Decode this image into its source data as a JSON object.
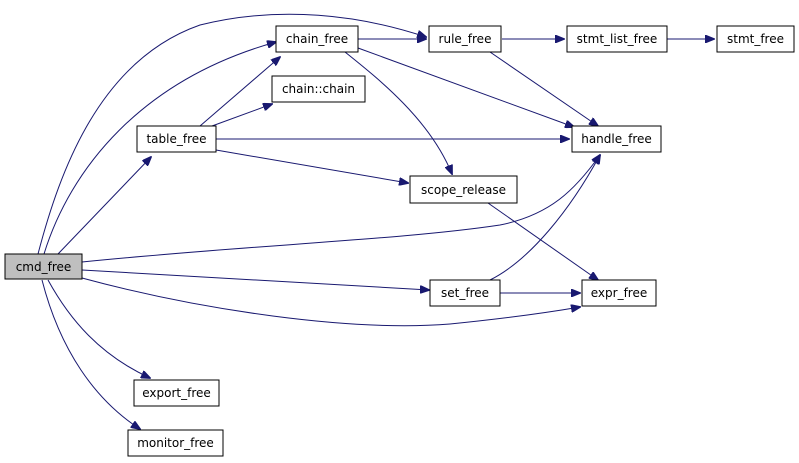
{
  "graph": {
    "colors": {
      "node_fill": "#ffffff",
      "root_fill": "#bfbfbf",
      "node_border": "#000000",
      "edge": "#191970"
    },
    "nodes": {
      "cmd_free": "cmd_free",
      "table_free": "table_free",
      "chain_free": "chain_free",
      "chain_chain": "chain::chain",
      "rule_free": "rule_free",
      "stmt_list_free": "stmt_list_free",
      "stmt_free": "stmt_free",
      "handle_free": "handle_free",
      "scope_release": "scope_release",
      "set_free": "set_free",
      "expr_free": "expr_free",
      "export_free": "export_free",
      "monitor_free": "monitor_free"
    }
  }
}
